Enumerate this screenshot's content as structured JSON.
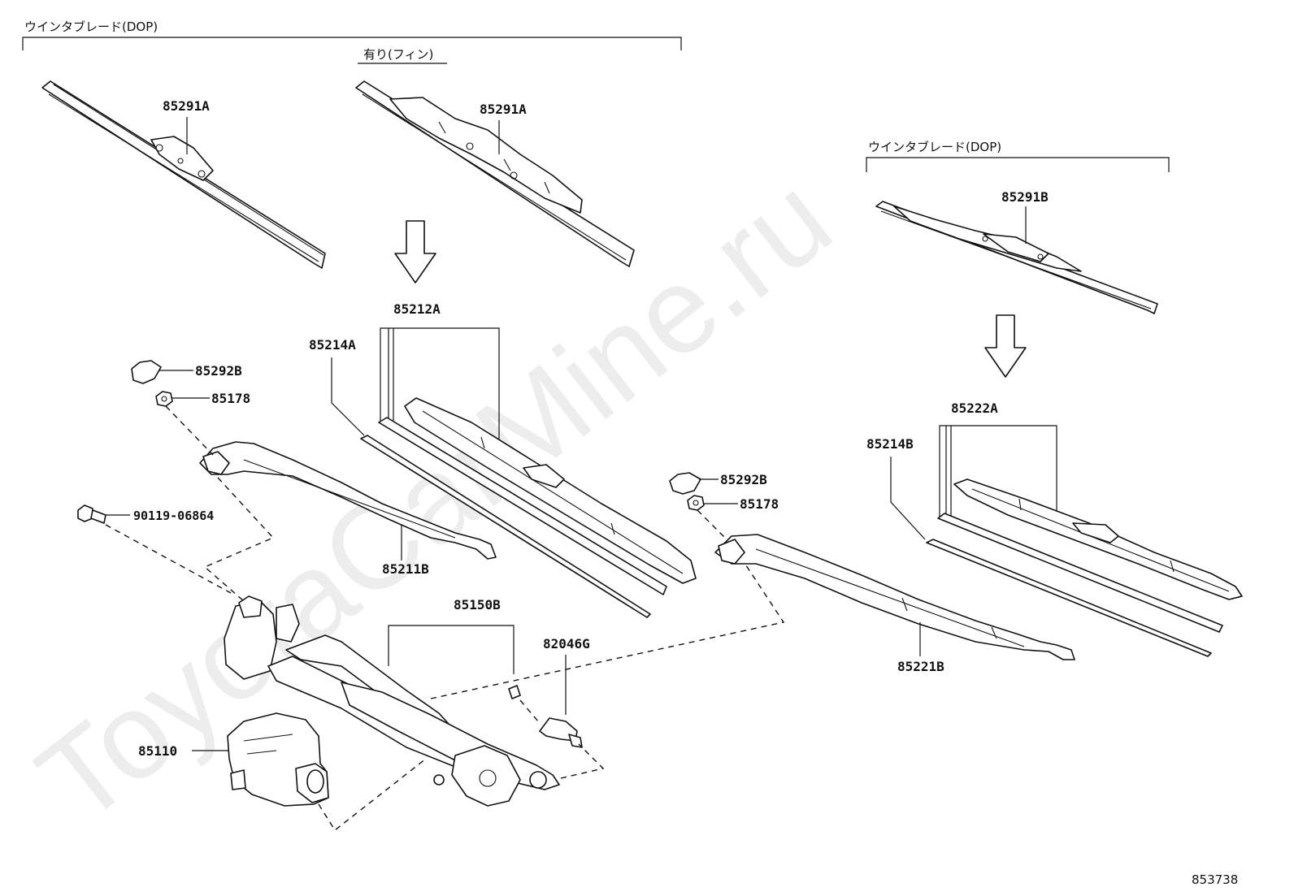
{
  "diagram_id": "853738",
  "watermark": "ToyotaCarMine.ru",
  "labels": {
    "dop_left": "ウインタブレード(DOP)",
    "fin": "有り(フィン)",
    "dop_right": "ウインタブレード(DOP)",
    "p85291A_1": "85291A",
    "p85291A_2": "85291A",
    "p85291B": "85291B",
    "p85212A": "85212A",
    "p85214A": "85214A",
    "p85222A": "85222A",
    "p85214B": "85214B",
    "p85292B_1": "85292B",
    "p85178_1": "85178",
    "p90119": "90119-06864",
    "p85211B": "85211B",
    "p85292B_2": "85292B",
    "p85178_2": "85178",
    "p85221B": "85221B",
    "p85150B": "85150B",
    "p82046G": "82046G",
    "p85110": "85110"
  },
  "icons": {
    "down_arrow": "down-arrow-icon"
  }
}
